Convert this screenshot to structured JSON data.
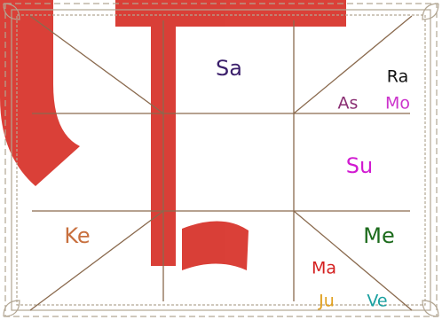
{
  "chart": {
    "colors": {
      "background": "#ffffff",
      "watermark": "#d31e15",
      "lines": "#8a6a4e",
      "border_ornament": "#b2a693"
    },
    "houses": [
      {
        "planets": [
          {
            "label": "Sa",
            "color": "#3b1f6b"
          }
        ]
      },
      {
        "planets": [
          {
            "label": "Ra",
            "color": "#111111"
          },
          {
            "label": "As",
            "color": "#8a2f73"
          },
          {
            "label": "Mo",
            "color": "#cc33cc"
          }
        ]
      },
      {
        "planets": [
          {
            "label": "Su",
            "color": "#d11ad1"
          }
        ]
      },
      {
        "planets": [
          {
            "label": "Me",
            "color": "#1c6b1c"
          }
        ]
      },
      {
        "planets": [
          {
            "label": "Ma",
            "color": "#d41f1f"
          },
          {
            "label": "Ju",
            "color": "#e0a020"
          },
          {
            "label": "Ve",
            "color": "#1aa0a0"
          }
        ]
      },
      {
        "planets": [
          {
            "label": "Ke",
            "color": "#c8703f"
          }
        ]
      }
    ]
  }
}
